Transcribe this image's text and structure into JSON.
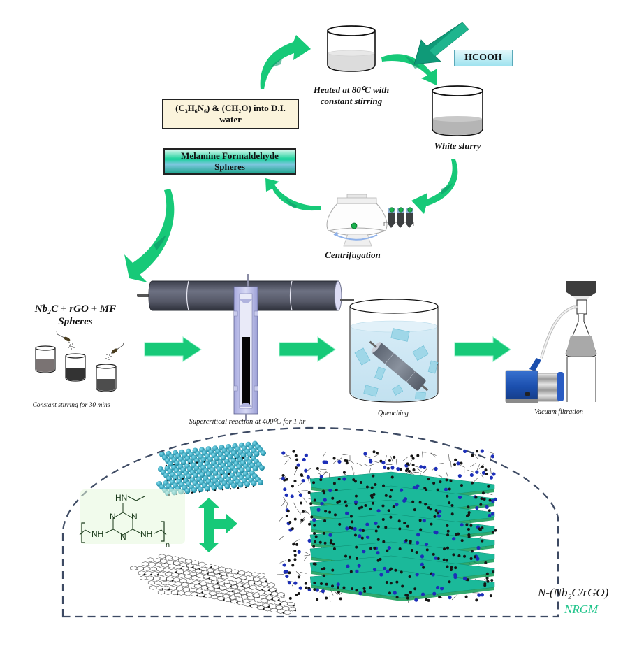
{
  "figure": {
    "title": "Synthesis scheme of N-(Nb2C/rGO) NRGM",
    "colors": {
      "arrow_green": "#17c978",
      "arrow_dark_teal": "#0f9a78",
      "dashed_border": "#3d4a63",
      "sheet_teal": "#1bb99a",
      "nitrogen_blue": "#1d2fb8",
      "carbon_black": "#111111",
      "nb2c_sphere": "#1aa3bf"
    }
  },
  "step_mf_synthesis": {
    "reagents_box": {
      "line1_prefix": "(C",
      "line1": "(C₃H₆N₆) & (CH₂O) into D.I.",
      "line2": "water"
    },
    "heated_label": {
      "line1": "Heated at 80⁰C with",
      "line2": "constant stirring"
    },
    "hcooh_box": "HCOOH",
    "slurry_label": "White slurry",
    "centrifugation_label": "Centrifugation",
    "product_box": {
      "line1": "Melamine Formaldehyde",
      "line2": "Spheres"
    }
  },
  "step_supercritical": {
    "mixture_label": {
      "line1": "Nb₂C + rGO + MF",
      "line2": "Spheres"
    },
    "stirring_label": "Constant stirring for 30 mins",
    "reaction_label": "Supercritical reaction at 400⁰C for 1 hr",
    "quenching_label": "Quenching",
    "filtration_label": "Vacuum filtration"
  },
  "structure_panel": {
    "melamine_polymer": {
      "top_group": "HN",
      "ring_n_left": "N",
      "ring_n_right": "N",
      "ring_n_bottom": "N",
      "left_nh": "NH",
      "right_nh": "NH",
      "subscript": "n"
    },
    "product_formula": "N-(Nb₂C/rGO)",
    "product_name": "NRGM"
  }
}
